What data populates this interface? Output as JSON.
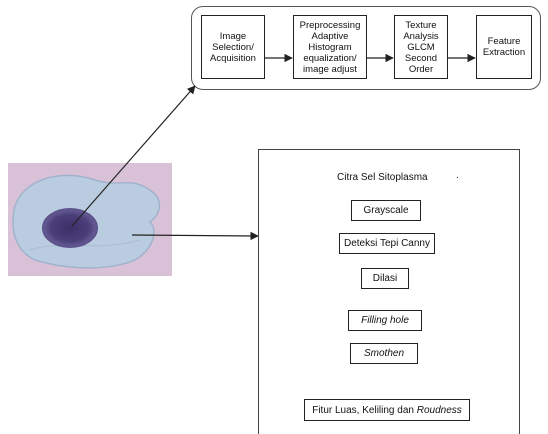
{
  "pipeline": {
    "stages": [
      {
        "label": "Image\nSelection/\nAcquisition"
      },
      {
        "label": "Preprocessing\nAdaptive\nHistogram\nequalization/\nimage adjust"
      },
      {
        "label": "Texture\nAnalysis\nGLCM\nSecond\nOrder"
      },
      {
        "label": "Feature\nExtraction"
      }
    ]
  },
  "flowchart": {
    "start_label": "Citra Sel Sitoplasma",
    "stray_mark": ".",
    "steps": [
      {
        "label": "Grayscale"
      },
      {
        "label": "Deteksi Tepi Canny"
      },
      {
        "label": "Dilasi"
      },
      {
        "label": "Filling hole"
      },
      {
        "label": "Smothen"
      }
    ],
    "final": {
      "prefix": "Fitur Luas, Keliling dan ",
      "emphasis": "Roudness"
    }
  },
  "cell_image": {
    "description_icon": "cell-micrograph",
    "background_color": "#d9c2d8",
    "cytoplasm_color": "#b9cde0",
    "nucleus_color": "#4b3f7a"
  }
}
